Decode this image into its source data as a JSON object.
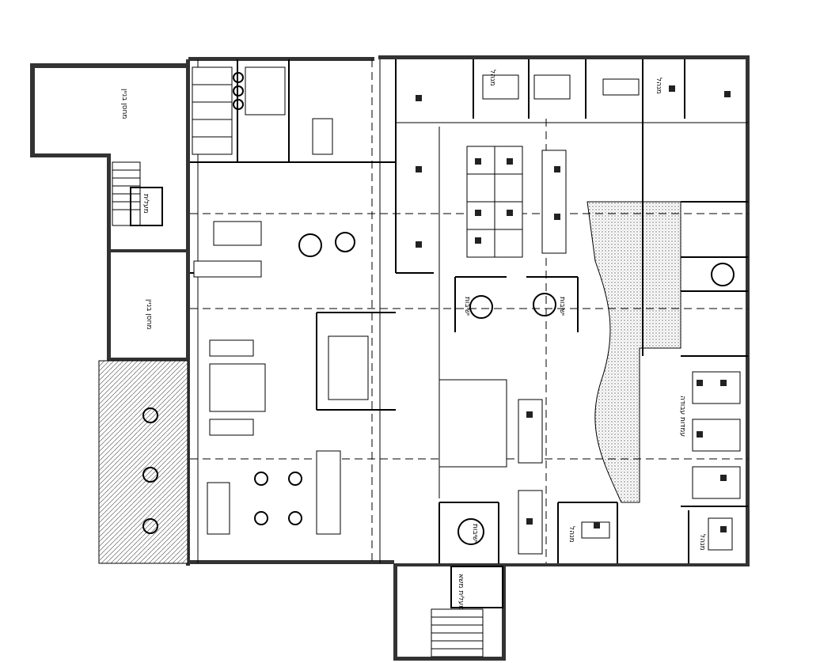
{
  "title": "Office floor plan",
  "rooms": {
    "storage_top": "מחסן בניין",
    "storage_mid": "מחסן בניין",
    "elevator": "מעלית",
    "freight_elevator": "מעלית משא",
    "meeting_1": "ישיבות",
    "meeting_2": "ישיבות",
    "meeting_3": "ישיבות",
    "manager_1": "מנהל",
    "manager_2": "מנהל",
    "manager_3": "מנהל",
    "manager_4": "מנהל",
    "workstations": "עמדות עבודה"
  },
  "colors": {
    "line": "#000000",
    "wall": "#333333",
    "background": "#ffffff"
  }
}
